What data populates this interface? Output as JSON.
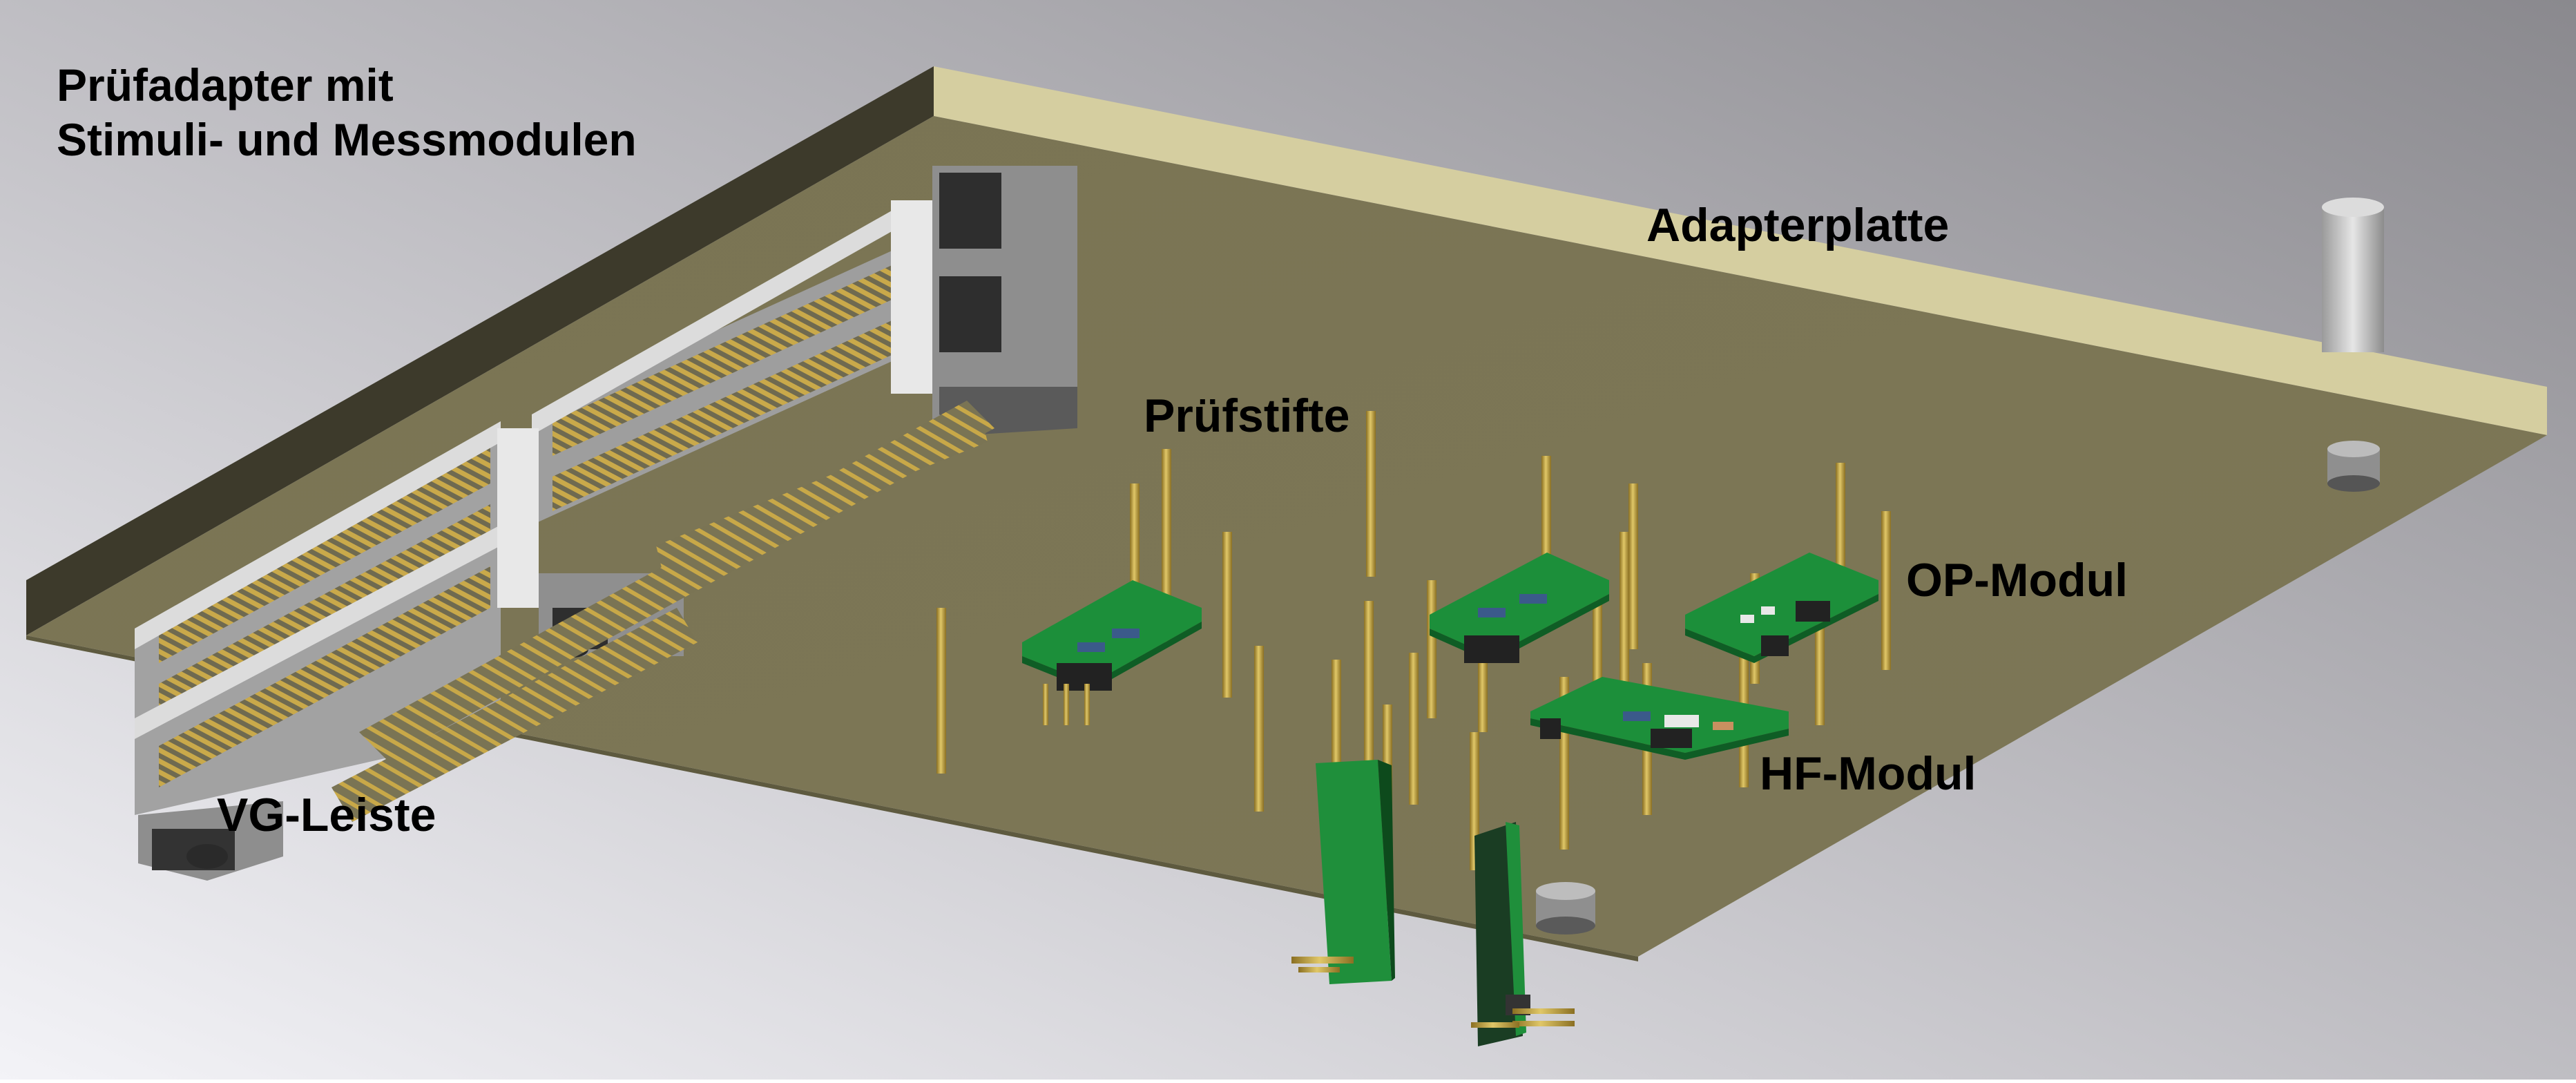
{
  "colors": {
    "background_light": "#f2f2f6",
    "background_dark": "#8c8c90",
    "board_top": "#7b7552",
    "board_edge_front": "#d6cfa0",
    "board_edge_left": "#3e3a2a",
    "connector_grey": "#a6a6a6",
    "pin_gold": "#c6a646",
    "module_green": "#1e8f3a"
  },
  "labels": {
    "title_line1": "Prüfadapter mit",
    "title_line2": "Stimuli- und Messmodulen",
    "adapter_plate": "Adapterplatte",
    "test_pins": "Prüfstifte",
    "op_module": "OP-Modul",
    "hf_module": "HF-Modul",
    "vg_connector": "VG-Leiste"
  }
}
